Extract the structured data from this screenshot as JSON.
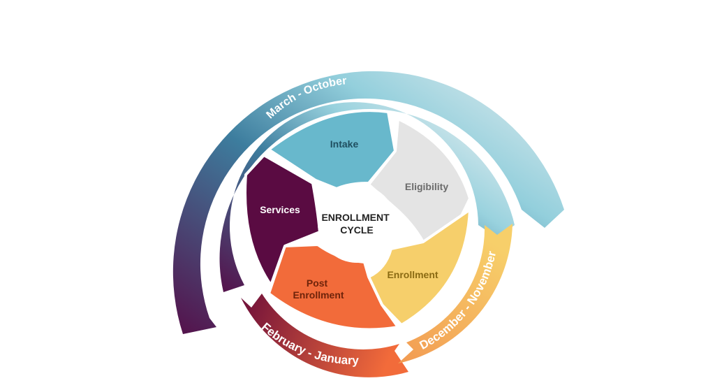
{
  "diagram": {
    "center": {
      "line1": "ENROLLMENT",
      "line2": "CYCLE"
    },
    "segments": [
      {
        "id": "intake",
        "label": "Intake",
        "color": "#68b8cc",
        "text_color": "#1f4e5f"
      },
      {
        "id": "eligibility",
        "label": "Eligibility",
        "color": "#e4e4e4",
        "text_color": "#6b6b6b"
      },
      {
        "id": "enrollment",
        "label": "Enrollment",
        "color": "#f6cf6b",
        "text_color": "#8a6a12"
      },
      {
        "id": "post-enrollment",
        "label1": "Post",
        "label2": "Enrollment",
        "color": "#f26b3a",
        "text_color": "#6e230a"
      },
      {
        "id": "services",
        "label": "Services",
        "color": "#5a0b42",
        "text_color": "#ffffff"
      }
    ],
    "outer_arc": {
      "title": "SEP",
      "period": "March - October",
      "color_start": "#55104a",
      "color_end": "#d9e6ea"
    },
    "middle_arc": {
      "period": "March - October",
      "color_start": "#55104a",
      "color_end": "#d9e6ea"
    },
    "bottom_left_arc": {
      "period": "February - January",
      "color_start": "#7a1438",
      "color_end": "#f26b3a"
    },
    "bottom_right_arc": {
      "period": "December - November",
      "color_start": "#f7c85a",
      "color_end": "#f5a65b"
    }
  }
}
